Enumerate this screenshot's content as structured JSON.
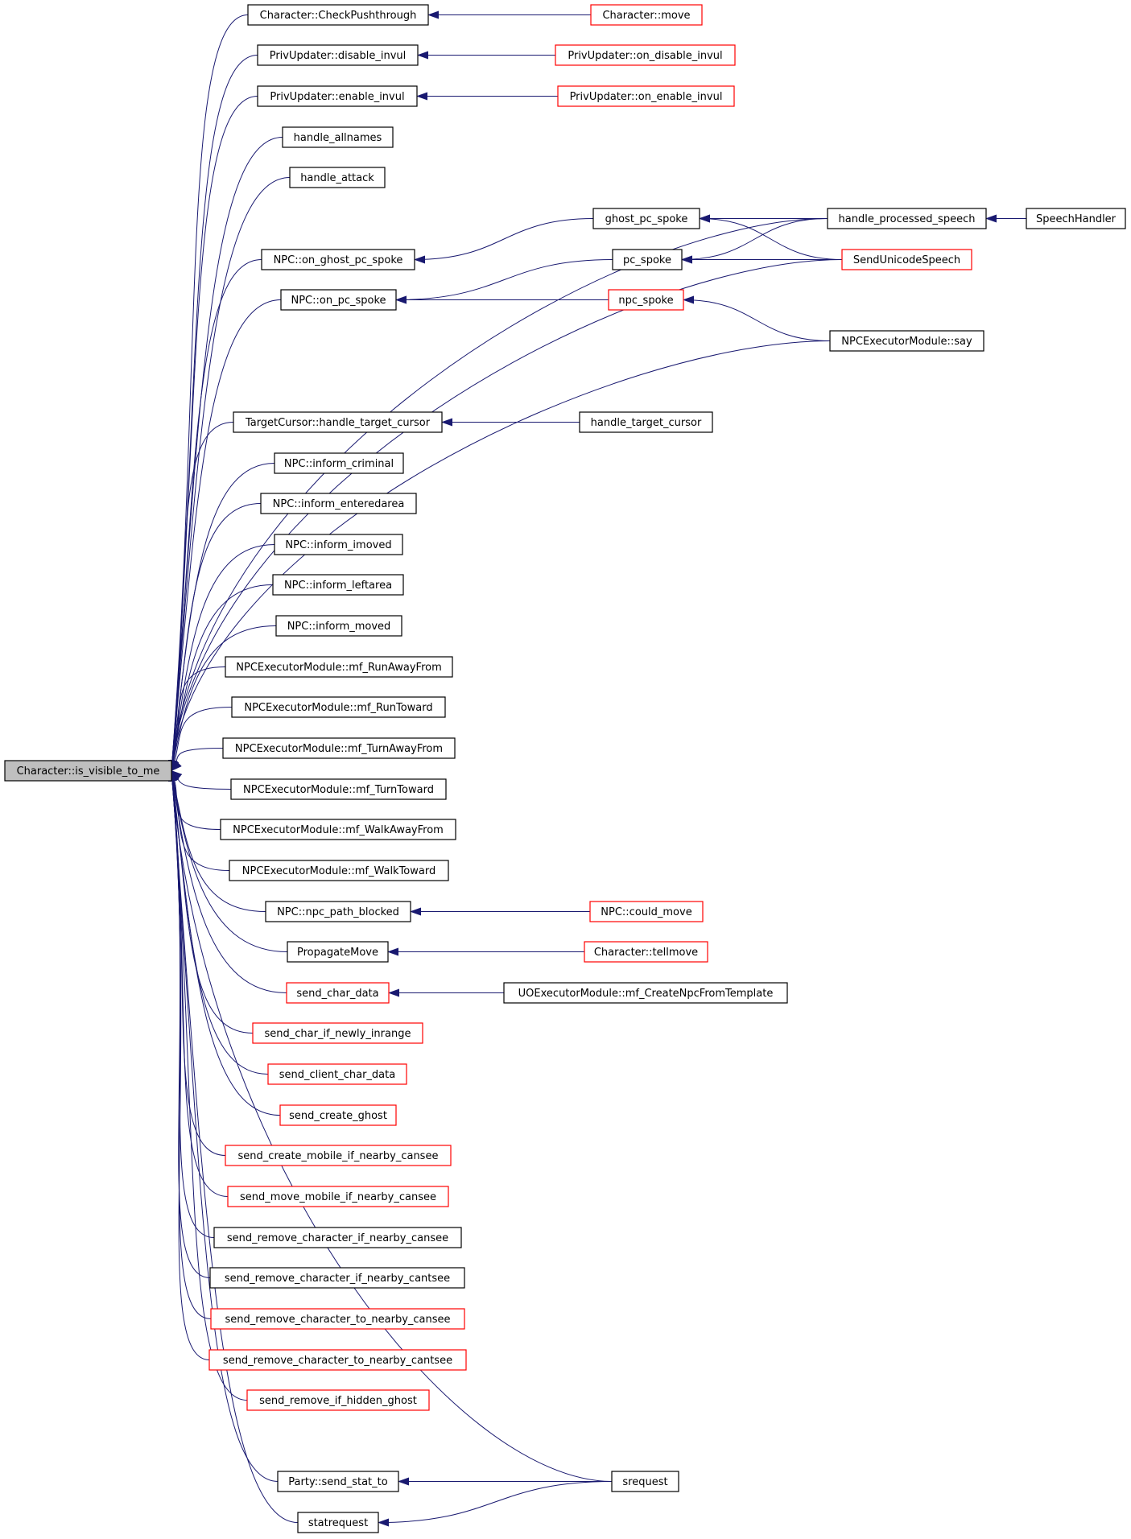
{
  "graph": {
    "edge_color": "#191970",
    "red_border": "#ff0000",
    "root_fill": "#bfbfbf",
    "root": {
      "id": "root",
      "label": "Character::is_visible_to_me"
    },
    "nodes": [
      {
        "id": "n_checkpush",
        "label": "Character::CheckPushthrough",
        "style": "plain"
      },
      {
        "id": "n_chmove",
        "label": "Character::move",
        "style": "red"
      },
      {
        "id": "n_disinv",
        "label": "PrivUpdater::disable_invul",
        "style": "plain"
      },
      {
        "id": "n_ondisinv",
        "label": "PrivUpdater::on_disable_invul",
        "style": "red"
      },
      {
        "id": "n_eninv",
        "label": "PrivUpdater::enable_invul",
        "style": "plain"
      },
      {
        "id": "n_oneninv",
        "label": "PrivUpdater::on_enable_invul",
        "style": "red"
      },
      {
        "id": "n_allnames",
        "label": "handle_allnames",
        "style": "plain"
      },
      {
        "id": "n_attack",
        "label": "handle_attack",
        "style": "plain"
      },
      {
        "id": "n_ghostspoke",
        "label": "ghost_pc_spoke",
        "style": "plain"
      },
      {
        "id": "n_hps",
        "label": "handle_processed_speech",
        "style": "plain"
      },
      {
        "id": "n_speechh",
        "label": "SpeechHandler",
        "style": "plain"
      },
      {
        "id": "n_onghost",
        "label": "NPC::on_ghost_pc_spoke",
        "style": "plain"
      },
      {
        "id": "n_pcspoke",
        "label": "pc_spoke",
        "style": "plain"
      },
      {
        "id": "n_sus",
        "label": "SendUnicodeSpeech",
        "style": "red"
      },
      {
        "id": "n_onpc",
        "label": "NPC::on_pc_spoke",
        "style": "plain"
      },
      {
        "id": "n_npcspoke",
        "label": "npc_spoke",
        "style": "red"
      },
      {
        "id": "n_say",
        "label": "NPCExecutorModule::say",
        "style": "plain"
      },
      {
        "id": "n_tchtc",
        "label": "TargetCursor::handle_target_cursor",
        "style": "plain"
      },
      {
        "id": "n_htc",
        "label": "handle_target_cursor",
        "style": "plain"
      },
      {
        "id": "n_crim",
        "label": "NPC::inform_criminal",
        "style": "plain"
      },
      {
        "id": "n_enter",
        "label": "NPC::inform_enteredarea",
        "style": "plain"
      },
      {
        "id": "n_imoved",
        "label": "NPC::inform_imoved",
        "style": "plain"
      },
      {
        "id": "n_left",
        "label": "NPC::inform_leftarea",
        "style": "plain"
      },
      {
        "id": "n_moved",
        "label": "NPC::inform_moved",
        "style": "plain"
      },
      {
        "id": "n_runaway",
        "label": "NPCExecutorModule::mf_RunAwayFrom",
        "style": "plain"
      },
      {
        "id": "n_runtow",
        "label": "NPCExecutorModule::mf_RunToward",
        "style": "plain"
      },
      {
        "id": "n_turnaway",
        "label": "NPCExecutorModule::mf_TurnAwayFrom",
        "style": "plain"
      },
      {
        "id": "n_turntow",
        "label": "NPCExecutorModule::mf_TurnToward",
        "style": "plain"
      },
      {
        "id": "n_walkaway",
        "label": "NPCExecutorModule::mf_WalkAwayFrom",
        "style": "plain"
      },
      {
        "id": "n_walktow",
        "label": "NPCExecutorModule::mf_WalkToward",
        "style": "plain"
      },
      {
        "id": "n_pathblk",
        "label": "NPC::npc_path_blocked",
        "style": "plain"
      },
      {
        "id": "n_couldmove",
        "label": "NPC::could_move",
        "style": "red"
      },
      {
        "id": "n_propmove",
        "label": "PropagateMove",
        "style": "plain"
      },
      {
        "id": "n_tellmove",
        "label": "Character::tellmove",
        "style": "red"
      },
      {
        "id": "n_scd",
        "label": "send_char_data",
        "style": "red"
      },
      {
        "id": "n_createnpc",
        "label": "UOExecutorModule::mf_CreateNpcFromTemplate",
        "style": "plain"
      },
      {
        "id": "n_newly",
        "label": "send_char_if_newly_inrange",
        "style": "red"
      },
      {
        "id": "n_clientcd",
        "label": "send_client_char_data",
        "style": "red"
      },
      {
        "id": "n_ghost",
        "label": "send_create_ghost",
        "style": "red"
      },
      {
        "id": "n_createmob",
        "label": "send_create_mobile_if_nearby_cansee",
        "style": "red"
      },
      {
        "id": "n_movemob",
        "label": "send_move_mobile_if_nearby_cansee",
        "style": "red"
      },
      {
        "id": "n_rmcansee",
        "label": "send_remove_character_if_nearby_cansee",
        "style": "plain"
      },
      {
        "id": "n_rmcantsee",
        "label": "send_remove_character_if_nearby_cantsee",
        "style": "plain"
      },
      {
        "id": "n_rmtocansee",
        "label": "send_remove_character_to_nearby_cansee",
        "style": "red"
      },
      {
        "id": "n_rmtocantsee",
        "label": "send_remove_character_to_nearby_cantsee",
        "style": "red"
      },
      {
        "id": "n_rmhidden",
        "label": "send_remove_if_hidden_ghost",
        "style": "red"
      },
      {
        "id": "n_sendstat",
        "label": "Party::send_stat_to",
        "style": "plain"
      },
      {
        "id": "n_srequest",
        "label": "srequest",
        "style": "plain"
      },
      {
        "id": "n_statreq",
        "label": "statrequest",
        "style": "plain"
      }
    ],
    "edges": [
      [
        "n_checkpush",
        "root"
      ],
      [
        "n_disinv",
        "root"
      ],
      [
        "n_eninv",
        "root"
      ],
      [
        "n_allnames",
        "root"
      ],
      [
        "n_attack",
        "root"
      ],
      [
        "n_hps",
        "root"
      ],
      [
        "n_onghost",
        "root"
      ],
      [
        "n_onpc",
        "root"
      ],
      [
        "n_sus",
        "root"
      ],
      [
        "n_say",
        "root"
      ],
      [
        "n_tchtc",
        "root"
      ],
      [
        "n_crim",
        "root"
      ],
      [
        "n_enter",
        "root"
      ],
      [
        "n_imoved",
        "root"
      ],
      [
        "n_left",
        "root"
      ],
      [
        "n_moved",
        "root"
      ],
      [
        "n_runaway",
        "root"
      ],
      [
        "n_runtow",
        "root"
      ],
      [
        "n_turnaway",
        "root"
      ],
      [
        "n_turntow",
        "root"
      ],
      [
        "n_walkaway",
        "root"
      ],
      [
        "n_walktow",
        "root"
      ],
      [
        "n_pathblk",
        "root"
      ],
      [
        "n_propmove",
        "root"
      ],
      [
        "n_scd",
        "root"
      ],
      [
        "n_newly",
        "root"
      ],
      [
        "n_clientcd",
        "root"
      ],
      [
        "n_ghost",
        "root"
      ],
      [
        "n_createmob",
        "root"
      ],
      [
        "n_movemob",
        "root"
      ],
      [
        "n_rmcansee",
        "root"
      ],
      [
        "n_rmcantsee",
        "root"
      ],
      [
        "n_rmtocansee",
        "root"
      ],
      [
        "n_rmtocantsee",
        "root"
      ],
      [
        "n_rmhidden",
        "root"
      ],
      [
        "n_srequest",
        "root"
      ],
      [
        "n_sendstat",
        "root"
      ],
      [
        "n_statreq",
        "root"
      ],
      [
        "n_chmove",
        "n_checkpush"
      ],
      [
        "n_ondisinv",
        "n_disinv"
      ],
      [
        "n_oneninv",
        "n_eninv"
      ],
      [
        "n_ghostspoke",
        "n_onghost"
      ],
      [
        "n_pcspoke",
        "n_onpc"
      ],
      [
        "n_npcspoke",
        "n_onpc"
      ],
      [
        "n_hps",
        "n_ghostspoke"
      ],
      [
        "n_sus",
        "n_ghostspoke"
      ],
      [
        "n_hps",
        "n_pcspoke"
      ],
      [
        "n_sus",
        "n_pcspoke"
      ],
      [
        "n_say",
        "n_npcspoke"
      ],
      [
        "n_speechh",
        "n_hps"
      ],
      [
        "n_htc",
        "n_tchtc"
      ],
      [
        "n_couldmove",
        "n_pathblk"
      ],
      [
        "n_tellmove",
        "n_propmove"
      ],
      [
        "n_createnpc",
        "n_scd"
      ],
      [
        "n_srequest",
        "n_sendstat"
      ],
      [
        "n_srequest",
        "n_statreq"
      ]
    ]
  }
}
